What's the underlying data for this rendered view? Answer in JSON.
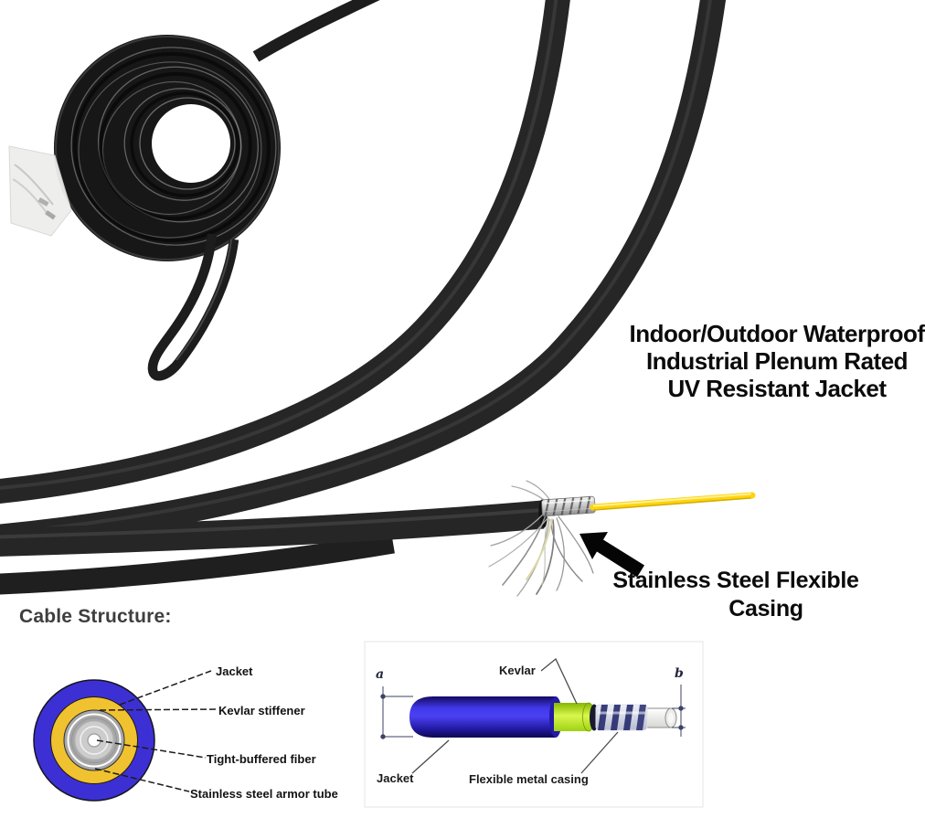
{
  "headline": {
    "line1": "Indoor/Outdoor Waterproof",
    "line2": "Industrial Plenum Rated",
    "line3": "UV Resistant Jacket"
  },
  "callout": {
    "line1": "Stainless Steel Flexible",
    "line2": "Casing"
  },
  "section": {
    "title": "Cable Structure:"
  },
  "cross_section": {
    "label_jacket": "Jacket",
    "label_kevlar": "Kevlar stiffener",
    "label_fiber": "Tight-buffered fiber",
    "label_armor": "Stainless steel armor tube"
  },
  "cutaway": {
    "marker_a": "a",
    "marker_b": "b",
    "label_kevlar": "Kevlar",
    "label_jacket": "Jacket",
    "label_casing": "Flexible metal casing"
  },
  "colors": {
    "jacket_blue": "#3c30d4",
    "kevlar_gold": "#f1c230",
    "armor_gray": "#a8a8a8",
    "buffer_gray": "#cccccc",
    "fiber_core": "#ffffff",
    "kevlar_green": "#cde93a",
    "casing_silver": "#dfe3ee",
    "cylinder_blue": "#2f26cf",
    "fiber_yellow": "#ffd40a",
    "cable_black": "#262626"
  }
}
